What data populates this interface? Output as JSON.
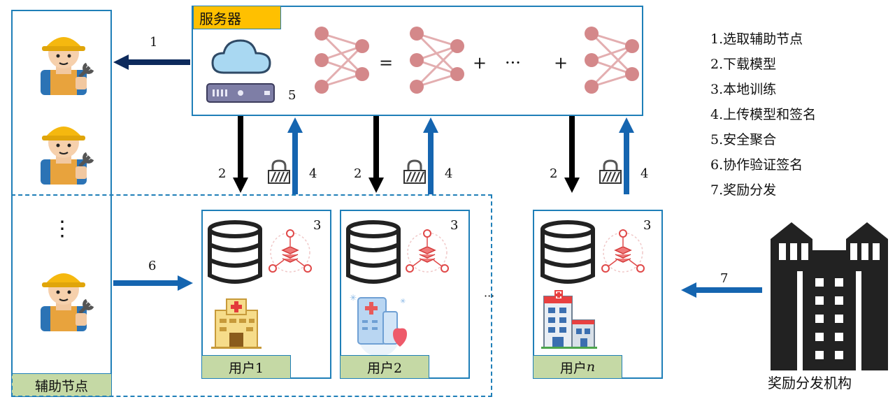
{
  "server": {
    "label": "服务器",
    "step_num": "5"
  },
  "equation": {
    "equals": "=",
    "plus1": "+",
    "dots": "···",
    "plus2": "+"
  },
  "helper": {
    "label": "辅助节点",
    "vdots": "⋮"
  },
  "users": [
    {
      "label": "用户1",
      "step_num": "3"
    },
    {
      "label": "用户2",
      "step_num": "3"
    },
    {
      "label_prefix": "用户",
      "label_var": "n",
      "step_num": "3"
    }
  ],
  "between_dots": "···",
  "arrows": {
    "download": "1",
    "model_down": "2",
    "upload_sign": "4",
    "verify": "6",
    "reward": "7"
  },
  "legend": [
    "1.选取辅助节点",
    "2.下载模型",
    "3.本地训练",
    "4.上传模型和签名",
    "5.安全聚合",
    "6.协作验证签名",
    "7.奖励分发"
  ],
  "org": {
    "label": "奖励分发机构"
  },
  "colors": {
    "border": "#1f7fb8",
    "server_tag": "#ffc000",
    "label_bg": "#c5d9a5",
    "nn_node": "#d4888a",
    "dark_arrow": "#0d2a5c",
    "blue_arrow": "#1565b0"
  }
}
